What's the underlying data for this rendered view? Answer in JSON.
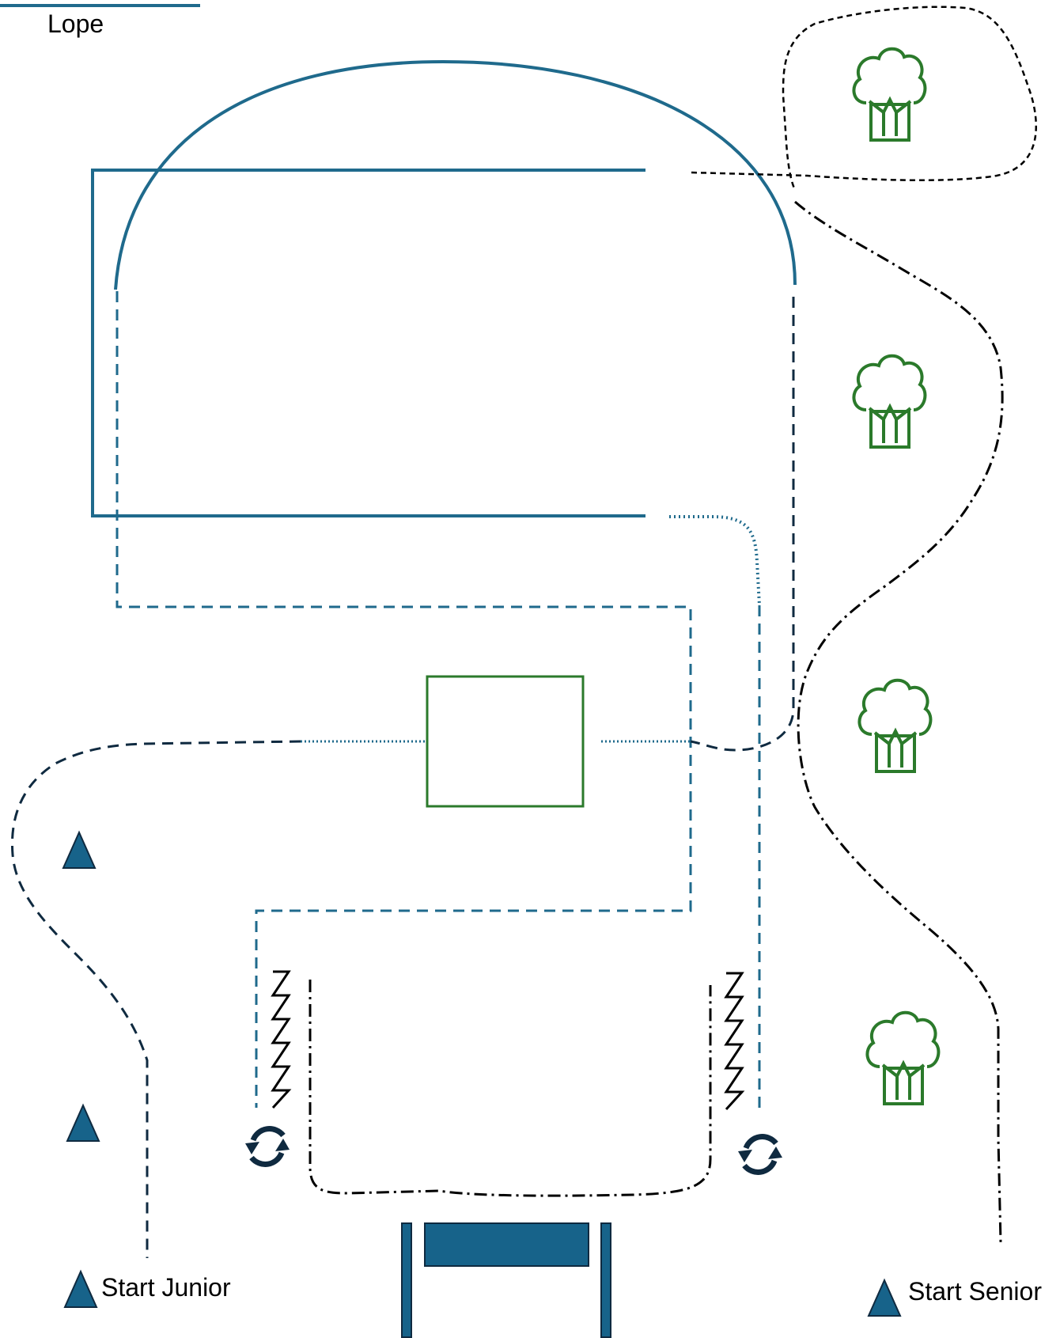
{
  "legend": {
    "label": "Lope"
  },
  "labels": {
    "start_junior": "Start Junior",
    "start_senior": "Start Senior"
  },
  "colors": {
    "arena_blue": "#1f6a8c",
    "navy": "#0f2a40",
    "marker_fill": "#17638a",
    "tree_green": "#2b7a2b",
    "black": "#000000"
  },
  "icons": [
    "tree-icon",
    "cone-triangle-icon",
    "rotate-circle-icon",
    "zigzag-icon"
  ]
}
